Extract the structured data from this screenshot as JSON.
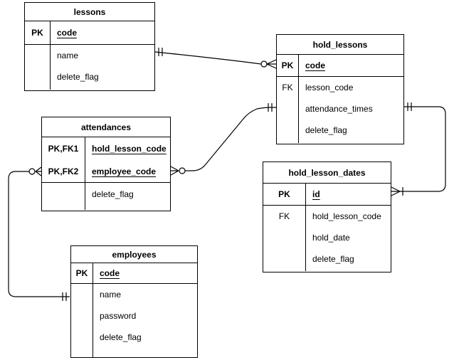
{
  "colors": {
    "background": "#ffffff",
    "line": "#000000",
    "text": "#000000"
  },
  "tables": {
    "lessons": {
      "title": "lessons",
      "keys": [
        {
          "key": "PK",
          "name": "code"
        }
      ],
      "attrs": [
        {
          "key": "",
          "name": "name"
        },
        {
          "key": "",
          "name": "delete_flag"
        }
      ]
    },
    "hold_lessons": {
      "title": "hold_lessons",
      "keys": [
        {
          "key": "PK",
          "name": "code"
        }
      ],
      "attrs": [
        {
          "key": "FK",
          "name": "lesson_code"
        },
        {
          "key": "",
          "name": "attendance_times"
        },
        {
          "key": "",
          "name": "delete_flag"
        }
      ]
    },
    "attendances": {
      "title": "attendances",
      "keys": [
        {
          "key": "PK,FK1",
          "name": "hold_lesson_code"
        },
        {
          "key": "PK,FK2",
          "name": "employee_code"
        }
      ],
      "attrs": [
        {
          "key": "",
          "name": "delete_flag"
        }
      ]
    },
    "hold_lesson_dates": {
      "title": "hold_lesson_dates",
      "keys": [
        {
          "key": "PK",
          "name": "id"
        }
      ],
      "attrs": [
        {
          "key": "FK",
          "name": "hold_lesson_code"
        },
        {
          "key": "",
          "name": "hold_date"
        },
        {
          "key": "",
          "name": "delete_flag"
        }
      ]
    },
    "employees": {
      "title": "employees",
      "keys": [
        {
          "key": "PK",
          "name": "code"
        }
      ],
      "attrs": [
        {
          "key": "",
          "name": "name"
        },
        {
          "key": "",
          "name": "password"
        },
        {
          "key": "",
          "name": "delete_flag"
        }
      ]
    }
  },
  "relationships": [
    {
      "from": "lessons",
      "to": "hold_lessons",
      "from_cardinality": "one-and-only-one",
      "to_cardinality": "zero-or-many"
    },
    {
      "from": "hold_lessons",
      "to": "attendances",
      "from_cardinality": "one-and-only-one",
      "to_cardinality": "zero-or-many"
    },
    {
      "from": "hold_lessons",
      "to": "hold_lesson_dates",
      "from_cardinality": "one-and-only-one",
      "to_cardinality": "one-or-many"
    },
    {
      "from": "employees",
      "to": "attendances",
      "from_cardinality": "one-and-only-one",
      "to_cardinality": "zero-or-many"
    }
  ]
}
